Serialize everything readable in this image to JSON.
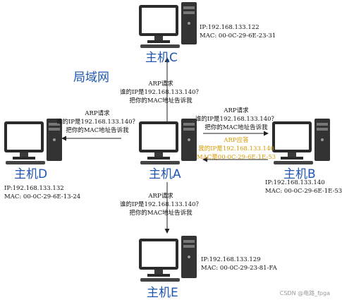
{
  "network_label": "局域网",
  "hosts": {
    "C": {
      "name": "主机C",
      "ip": "IP:192.168.133.122",
      "mac": "MAC: 00-0C-29-6E-23-31"
    },
    "D": {
      "name": "主机D",
      "ip": "IP:192.168.133.132",
      "mac": "MAC: 00-0C-29-6E-13-24"
    },
    "A": {
      "name": "主机A"
    },
    "B": {
      "name": "主机B",
      "ip": "IP:192.168.133.140",
      "mac": "MAC: 00-0C-29-6E-1E-53"
    },
    "E": {
      "name": "主机E",
      "ip": "IP:192.168.133.129",
      "mac": "MAC: 00-0C-29-23-81-FA"
    }
  },
  "messages": {
    "to_C": [
      "ARP请求",
      "谁的IP是192.168.133.140？",
      "把你的MAC地址告诉我"
    ],
    "to_D": [
      "ARP请求",
      "谁的IP是192.168.133.140？",
      "把你的MAC地址告诉我"
    ],
    "to_B": [
      "ARP请求",
      "谁的IP是192.168.133.140？",
      "把你的MAC地址告诉我"
    ],
    "from_B": [
      "ARP应答",
      "我的IP是192.168.133.140",
      "MAC是00-0C-29-6E-1E-53"
    ],
    "to_E": [
      "ARP请求",
      "谁的IP是192.168.133.140？",
      "把你的MAC地址告诉我"
    ]
  },
  "colors": {
    "label_blue": "#1f56b0",
    "reply_gold": "#d69a00"
  },
  "watermark": "CSDN @电路_fpga"
}
